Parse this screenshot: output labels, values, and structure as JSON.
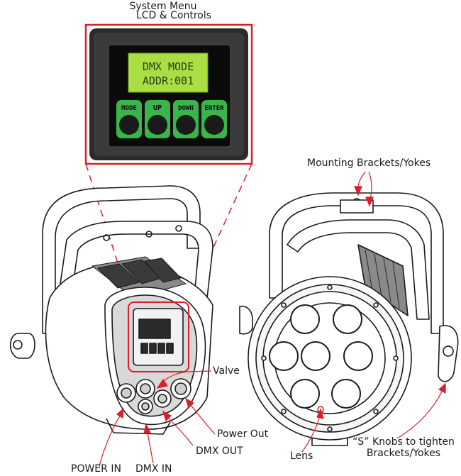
{
  "diagram": {
    "title_line1": "System Menu",
    "title_line2": "LCD & Controls",
    "lcd": {
      "line1": "DMX MODE",
      "line2": "ADDR:001"
    },
    "buttons": [
      "MODE",
      "UP",
      "DOWN",
      "ENTER"
    ],
    "labels": {
      "mounting": "Mounting Brackets/Yokes",
      "valve": "Valve",
      "power_out": "Power Out",
      "dmx_out": "DMX OUT",
      "power_in": "POWER IN",
      "dmx_in": "DMX IN",
      "lens": "Lens",
      "knobs_line1": "“S” Knobs to tighten",
      "knobs_line2": "Brackets/Yokes"
    }
  },
  "colors": {
    "callout_red": "#d8202a",
    "panel_dark": "#2b2b2b",
    "lcd_green": "#a9df45",
    "button_green": "#39b54a",
    "line": "#1a1a1a"
  }
}
